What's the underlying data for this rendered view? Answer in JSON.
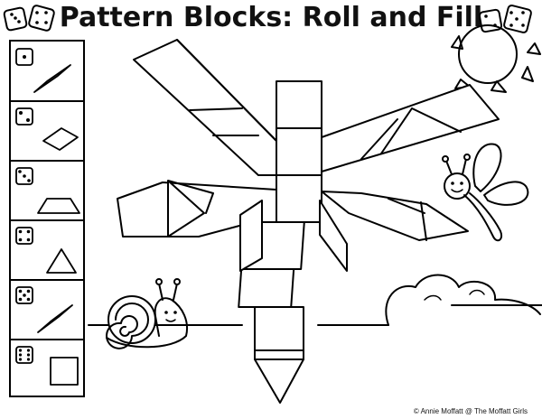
{
  "title": "Pattern Blocks: Roll and Fill",
  "credit": "© Annie Moffatt @ The Moffatt Girls",
  "key": {
    "rows": [
      {
        "die": 1,
        "shape": "thin-rhombus"
      },
      {
        "die": 2,
        "shape": "blue-rhombus"
      },
      {
        "die": 3,
        "shape": "trapezoid"
      },
      {
        "die": 4,
        "shape": "triangle"
      },
      {
        "die": 5,
        "shape": "thin-rhombus"
      },
      {
        "die": 6,
        "shape": "square"
      }
    ]
  },
  "icons": [
    "dice-icon",
    "sun-icon",
    "snail-icon",
    "butterfly-icon",
    "bush-icon"
  ]
}
